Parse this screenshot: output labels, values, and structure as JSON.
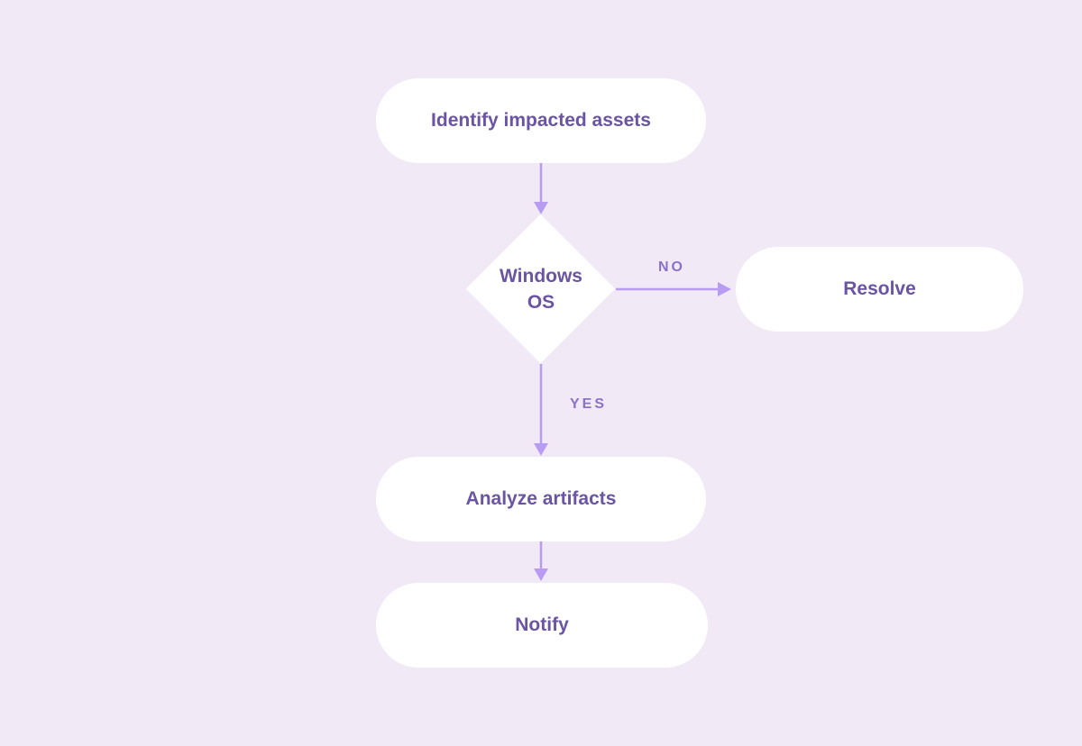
{
  "flowchart": {
    "nodes": {
      "identify": "Identify impacted assets",
      "decision_line1": "Windows",
      "decision_line2": "OS",
      "resolve": "Resolve",
      "analyze": "Analyze artifacts",
      "notify": "Notify"
    },
    "edges": {
      "no_label": "NO",
      "yes_label": "YES"
    }
  },
  "colors": {
    "background": "#f1e9f6",
    "node_fill": "#ffffff",
    "node_text": "#6a54a3",
    "connector": "#b89cf2",
    "edge_label": "#8a72c8"
  }
}
